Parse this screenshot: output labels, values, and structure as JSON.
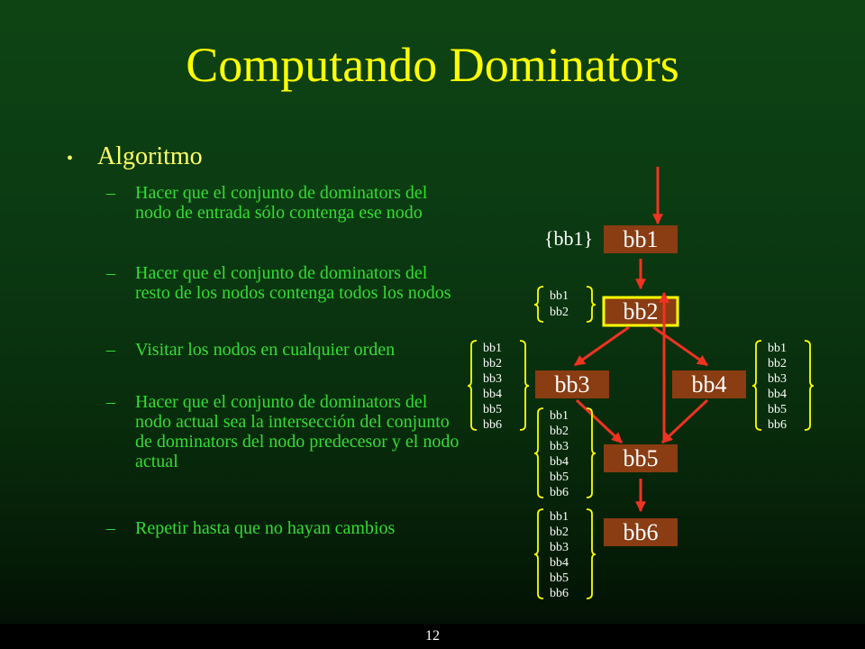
{
  "title": "Computando Dominators",
  "bullet": "Algoritmo",
  "steps": [
    "Hacer que el conjunto de dominators del nodo de entrada sólo contenga ese nodo",
    "Hacer que el conjunto de dominators del resto de los nodos contenga todos los nodos",
    "Visitar los nodos en cualquier orden",
    "Hacer que el conjunto de dominators del nodo actual sea la intersección del conjunto de dominators del nodo predecesor y el nodo actual",
    "Repetir hasta que no hayan cambios"
  ],
  "dash": "–",
  "nodes": [
    "bb1",
    "bb2",
    "bb3",
    "bb4",
    "bb5",
    "bb6"
  ],
  "sets": {
    "bb1": "{bb1}",
    "bb2": [
      "bb1",
      "bb2"
    ],
    "bb3": [
      "bb1",
      "bb2",
      "bb3",
      "bb4",
      "bb5",
      "bb6"
    ],
    "bb4": [
      "bb1",
      "bb2",
      "bb3",
      "bb4",
      "bb5",
      "bb6"
    ],
    "bb5": [
      "bb1",
      "bb2",
      "bb3",
      "bb4",
      "bb5",
      "bb6"
    ],
    "bb6": [
      "bb1",
      "bb2",
      "bb3",
      "bb4",
      "bb5",
      "bb6"
    ]
  },
  "colors": {
    "title": "#ffff00",
    "bullet": "#ffff66",
    "steps": "#33dd33",
    "node_fill": "#8a3c12",
    "highlight_border": "#ffff00",
    "arrow": "#ee3322",
    "brace": "#ffff00"
  },
  "page_number": "12"
}
